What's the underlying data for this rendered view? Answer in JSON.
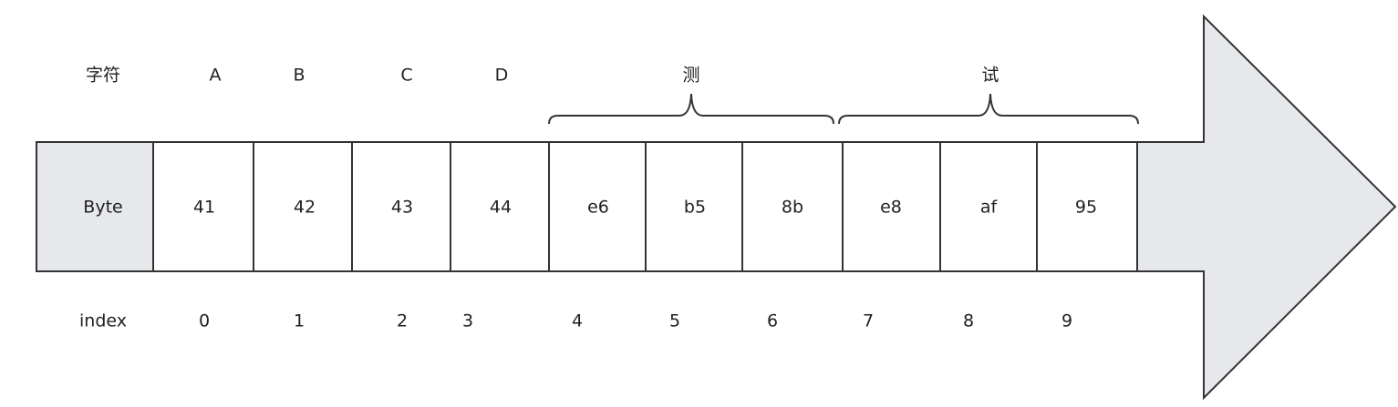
{
  "row_labels": {
    "chars": "字符",
    "bytes": "Byte",
    "index": "index"
  },
  "chars": [
    "A",
    "B",
    "C",
    "D"
  ],
  "grouped_chars": [
    "测",
    "试"
  ],
  "bytes": [
    "41",
    "42",
    "43",
    "44",
    "e6",
    "b5",
    "8b",
    "e8",
    "af",
    "95"
  ],
  "indices": [
    "0",
    "1",
    "2",
    "3",
    "4",
    "5",
    "6",
    "7",
    "8",
    "9"
  ],
  "colors": {
    "arrow_fill": "#e6e8eb",
    "cell_fill": "#ffffff",
    "stroke": "#333333",
    "text": "#222222"
  }
}
